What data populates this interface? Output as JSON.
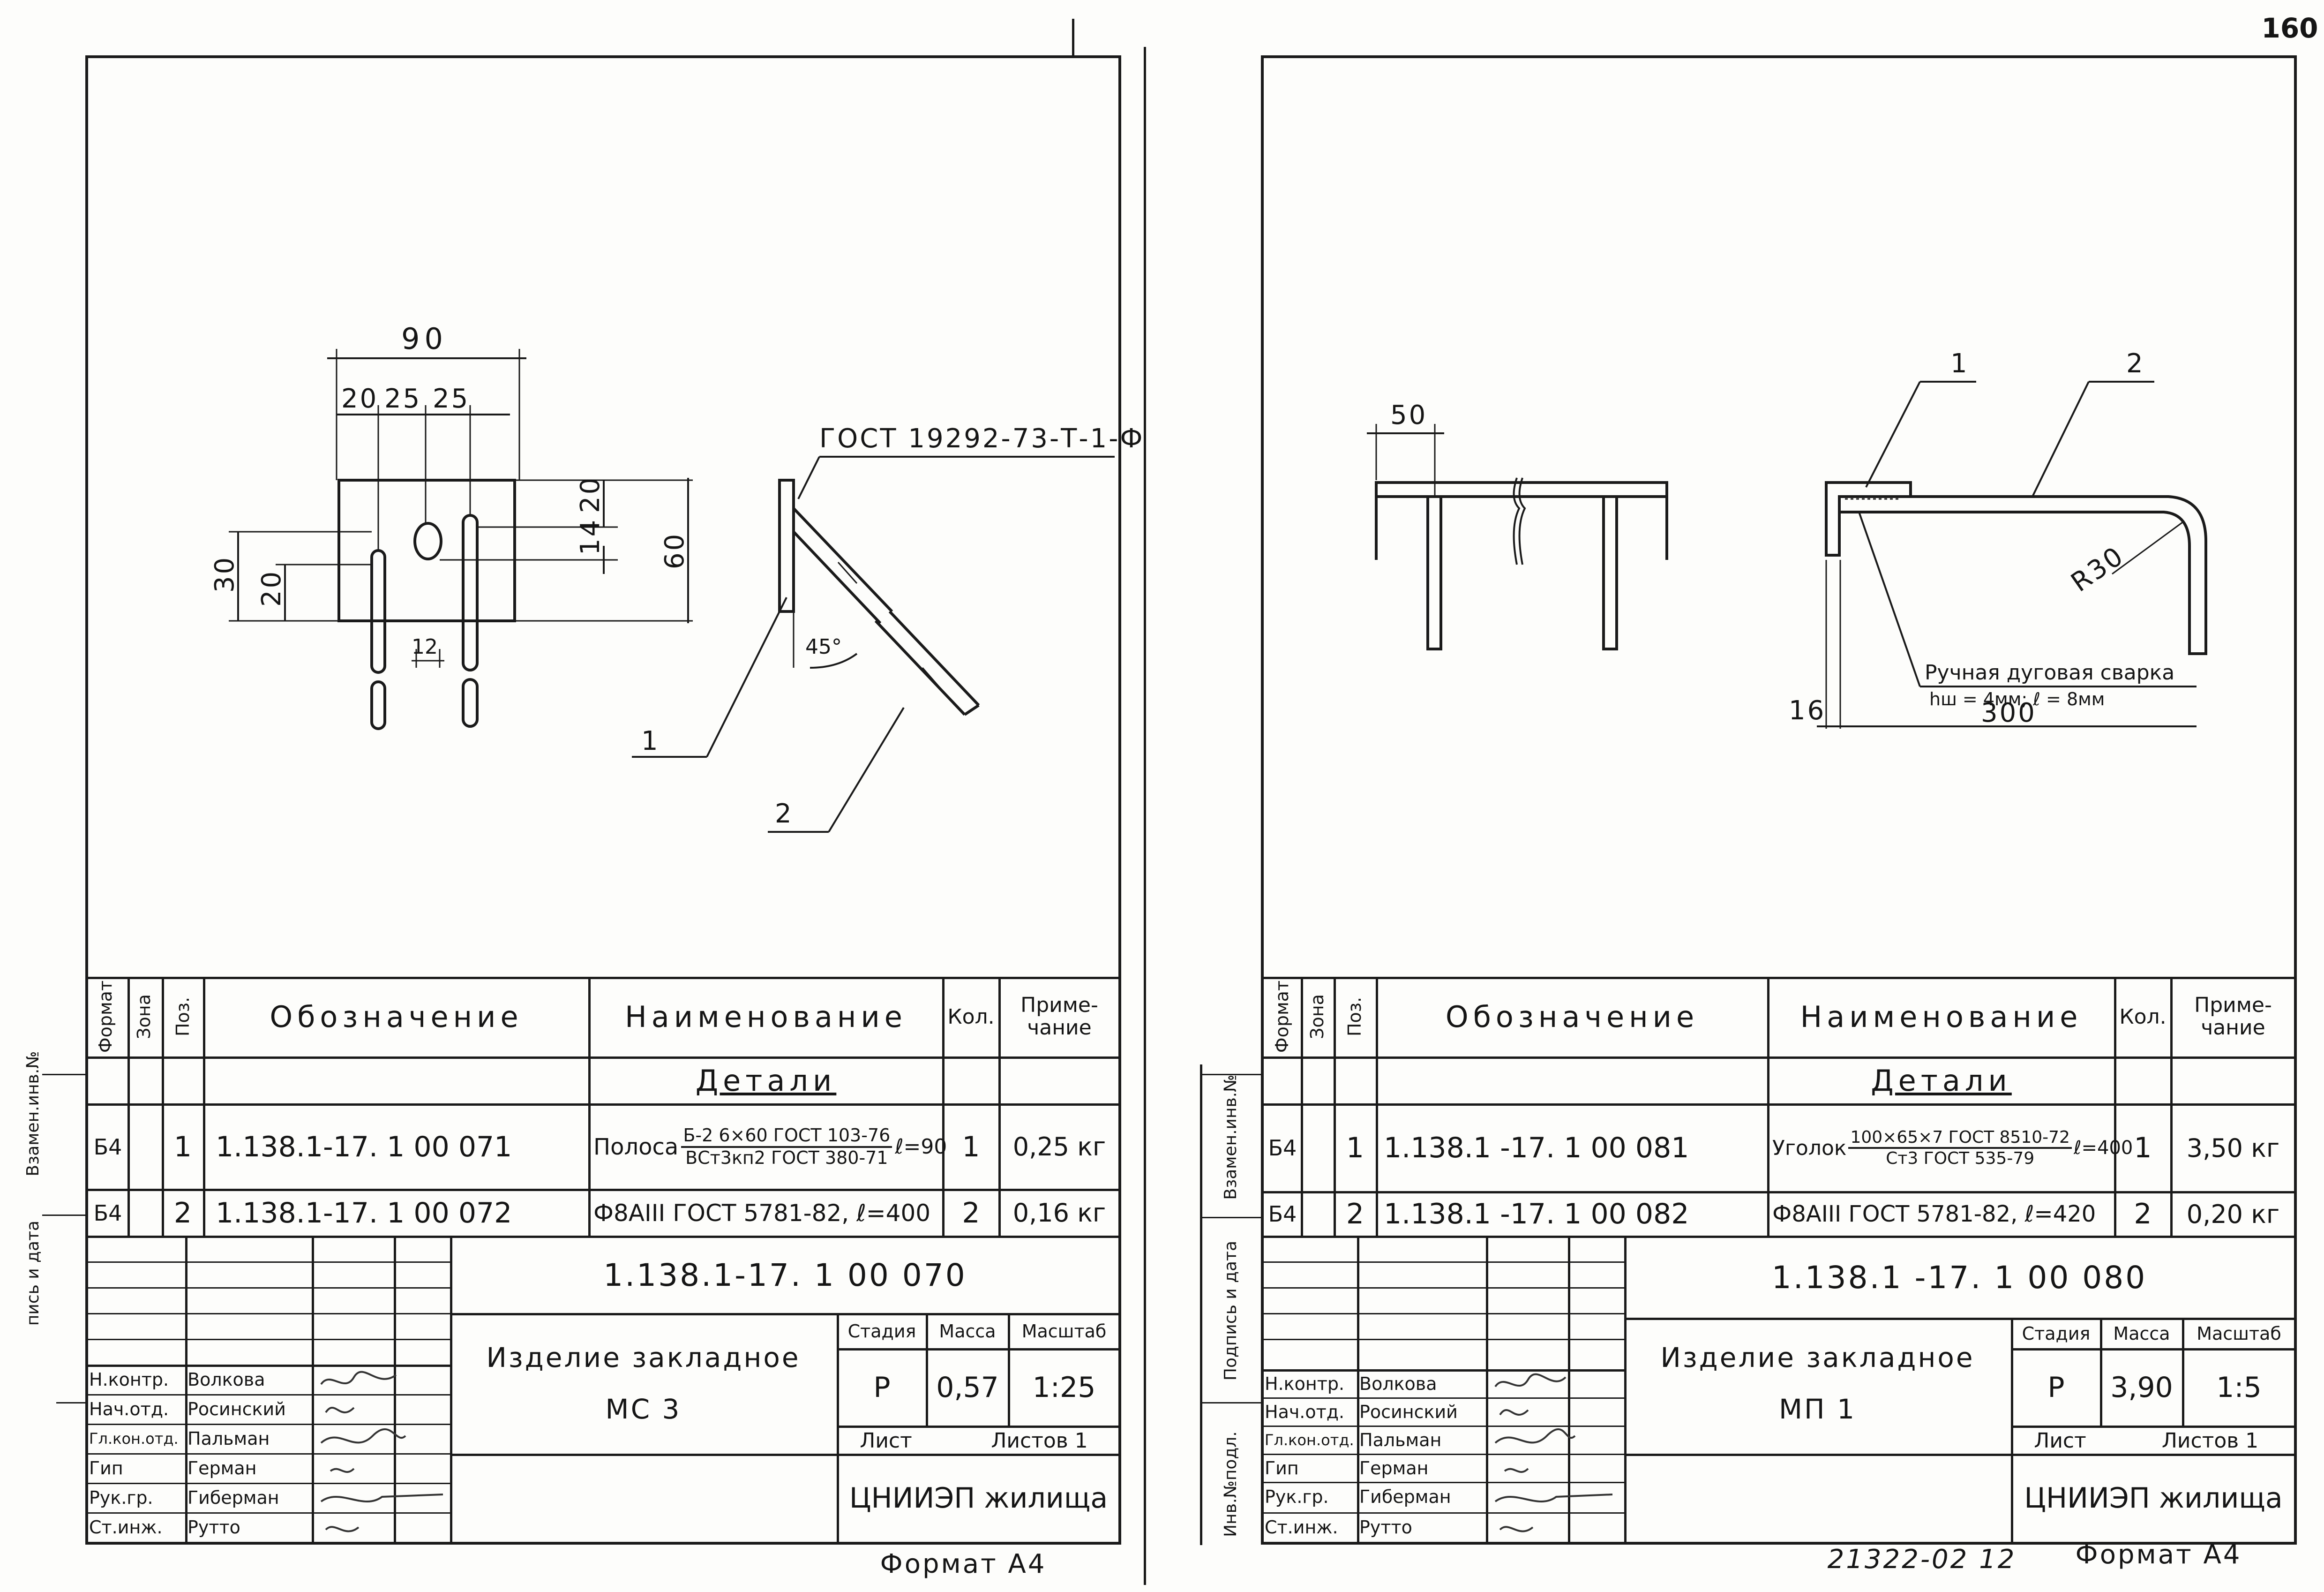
{
  "page_number": "160",
  "header": {
    "designation": "Обозначение",
    "name": "Наименование",
    "qty": "Кол.",
    "note": "Приме-чание",
    "format": "Формат",
    "zone": "Зона",
    "pos": "Поз.",
    "section": "Детали"
  },
  "margin_labels": {
    "left_inv": "Взамен.инв.№",
    "left_sign": "пись и дата",
    "right_inv": "Взамен.инв.№",
    "right_sign": "Подпись и дата",
    "right_inv_orig": "Инв.№подл."
  },
  "signers": [
    {
      "role": "Н.контр.",
      "name": "Волкова"
    },
    {
      "role": "Нач.отд.",
      "name": "Росинский"
    },
    {
      "role": "Гл.кон.отд.",
      "name": "Пальман"
    },
    {
      "role": "Гип",
      "name": "Герман"
    },
    {
      "role": "Рук.гр.",
      "name": "Гиберман"
    },
    {
      "role": "Ст.инж.",
      "name": "Рутто"
    }
  ],
  "stamp_labels": {
    "stage": "Стадия",
    "mass": "Масса",
    "scale": "Масштаб",
    "sheet": "Лист",
    "sheets": "Листов 1",
    "org": "ЦНИИЭП жилища"
  },
  "format_label": "Формат А4",
  "sheets": [
    {
      "rows": [
        {
          "format": "Б4",
          "pos": "1",
          "designation": "1.138.1-17. 1 00 071",
          "name_main": "Полоса",
          "name_top": "Б-2 6×60 ГОСТ 103-76",
          "name_bottom": "ВСт3кп2 ГОСТ 380-71",
          "name_suffix": "ℓ=90",
          "qty": "1",
          "note": "0,25 кг"
        },
        {
          "format": "Б4",
          "pos": "2",
          "designation": "1.138.1-17. 1 00 072",
          "name_main": "Ф8АIII ГОСТ 5781-82, ℓ=400",
          "qty": "2",
          "note": "0,16 кг"
        }
      ],
      "doc_number": "1.138.1-17. 1 00 070",
      "title_line1": "Изделие закладное",
      "title_line2": "МС 3",
      "stage": "Р",
      "mass": "0,57",
      "scale": "1:25",
      "drawing": {
        "dims": [
          "90",
          "20",
          "25",
          "25",
          "20",
          "14",
          "60",
          "30",
          "20",
          "12"
        ],
        "spec": "ГОСТ 19292-73-Т-1-Ф",
        "angle": "45°",
        "callouts": [
          "1",
          "2"
        ]
      }
    },
    {
      "rows": [
        {
          "format": "Б4",
          "pos": "1",
          "designation": "1.138.1 -17. 1 00 081",
          "name_main": "Уголок",
          "name_top": "100×65×7 ГОСТ 8510-72",
          "name_bottom": "Ст3 ГОСТ 535-79",
          "name_suffix": "ℓ=400",
          "qty": "1",
          "note": "3,50 кг"
        },
        {
          "format": "Б4",
          "pos": "2",
          "designation": "1.138.1 -17. 1 00 082",
          "name_main": "Ф8АIII ГОСТ 5781-82, ℓ=420",
          "qty": "2",
          "note": "0,20 кг"
        }
      ],
      "doc_number": "1.138.1 -17. 1 00 080",
      "title_line1": "Изделие закладное",
      "title_line2": "МП 1",
      "stage": "Р",
      "mass": "3,90",
      "scale": "1:5",
      "drawing": {
        "dims": [
          "50",
          "300",
          "16"
        ],
        "radius": "R30",
        "weld": "Ручная дуговая сварка",
        "weld_params": "hш = 4мм; ℓ = 8мм",
        "callouts": [
          "1",
          "2"
        ]
      }
    }
  ],
  "archive_number": "21322-02 12"
}
